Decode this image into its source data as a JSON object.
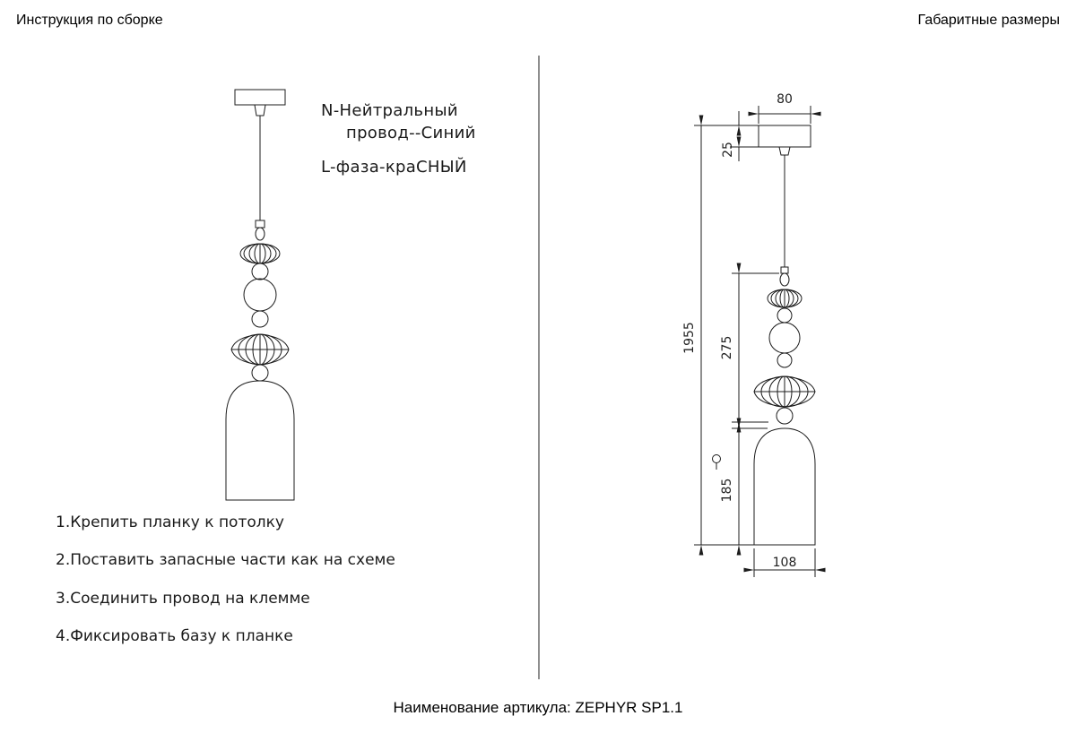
{
  "titles": {
    "left": "Инструкция по сборке",
    "right": "Габаритные размеры"
  },
  "wiring": {
    "neutral_line1": "N-Нейтральный",
    "neutral_line2": "провод--Синий",
    "phase": "L-фаза-краСНЫЙ"
  },
  "steps": [
    "1.Крепить планку к потолку",
    "2.Поставить запасные части как на схеме",
    "3.Соединить провод на клемме",
    "4.Фиксировать базу к планке"
  ],
  "dimensions": {
    "canopy_width": "80",
    "canopy_height": "25",
    "total_height": "1955",
    "decor_height": "275",
    "shade_height": "185",
    "shade_width": "108"
  },
  "footer": {
    "article": "Наименование артикула: ZEPHYR SP1.1"
  }
}
